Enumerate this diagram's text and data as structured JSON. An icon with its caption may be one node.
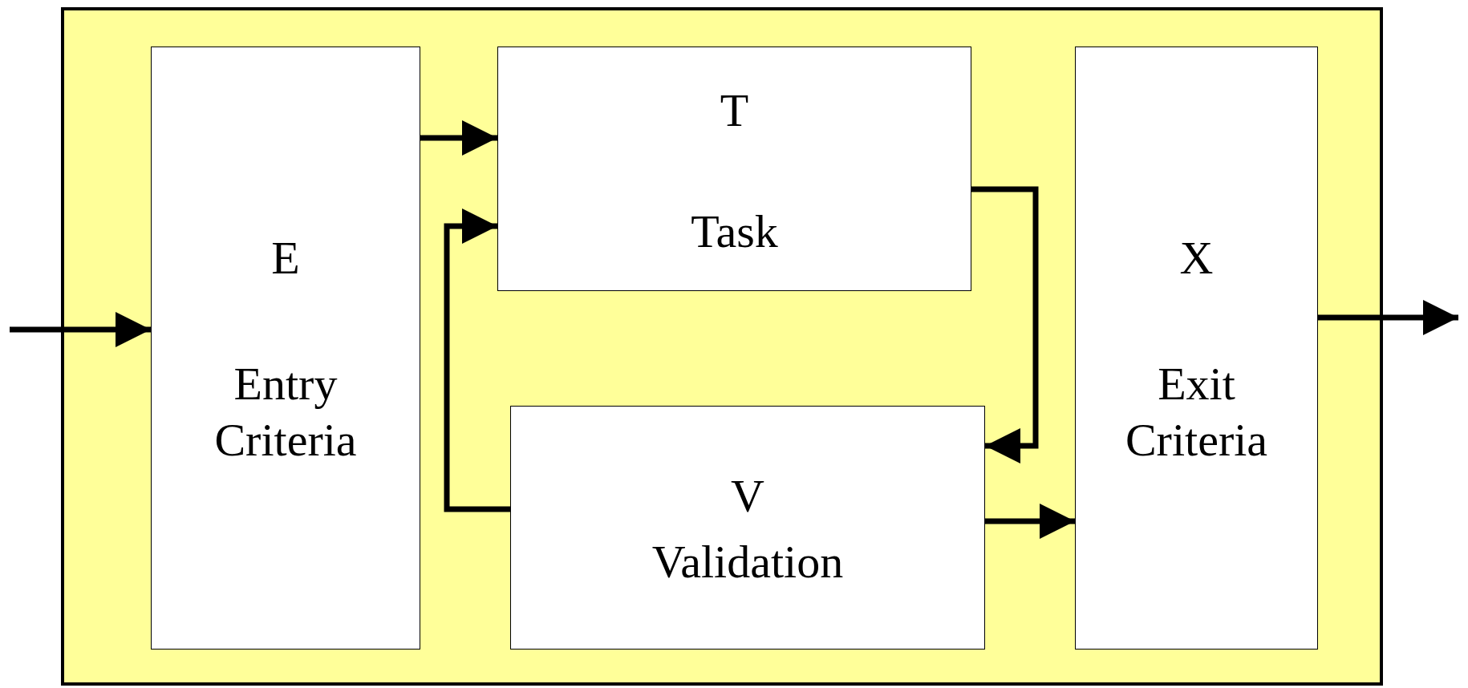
{
  "diagram": {
    "nodes": [
      {
        "text": [],
        "shape": "box"
      },
      {
        "text": [
          "E",
          "Entry Criteria"
        ],
        "in": 0
      },
      {
        "text": [
          "T",
          "Task"
        ],
        "in": 0
      },
      {
        "text": [
          "V",
          "Validation"
        ],
        "in": 0
      },
      {
        "text": [
          "X",
          "Exit Criteria"
        ],
        "in": 0
      }
    ],
    "edges": [
      {
        "from": null,
        "to": 1,
        "arrow": "to"
      },
      {
        "from": 1,
        "to": 2,
        "arrow": "to"
      },
      {
        "from": 3,
        "to": 2,
        "arrow": "to"
      },
      {
        "from": 2,
        "to": 3,
        "arrow": "to"
      },
      {
        "from": 3,
        "to": 4,
        "arrow": "to"
      },
      {
        "from": 4,
        "to": null,
        "arrow": "to"
      }
    ]
  }
}
